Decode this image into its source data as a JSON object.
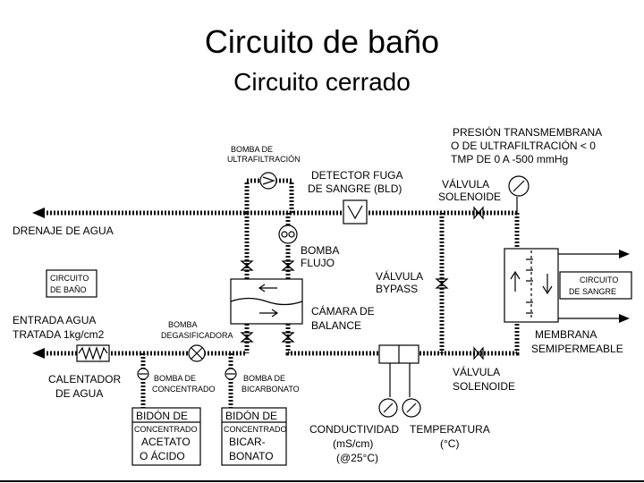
{
  "title": "Circuito de baño",
  "subtitle": "Circuito cerrado",
  "labels": {
    "bomba_uf_1": "BOMBA DE",
    "bomba_uf_2": "ULTRAFILTRACIÓN",
    "detector_1": "DETECTOR FUGA",
    "detector_2": "DE SANGRE (BLD)",
    "presion_1": "PRESIÓN TRANSMEMBRANA",
    "presion_2": "O DE ULTRAFILTRACIÓN < 0",
    "presion_3": "TMP DE 0 A -500 mmHg",
    "valvula_sol_1a": "VÁLVULA",
    "valvula_sol_1b": "SOLENOIDE",
    "drenaje": "DRENAJE DE AGUA",
    "bomba_flujo_1": "BOMBA",
    "bomba_flujo_2": "FLUJO",
    "circuito_bano_1": "CIRCUITO",
    "circuito_bano_2": "DE BAÑO",
    "valvula_bypass_1": "VÁLVULA",
    "valvula_bypass_2": "BYPASS",
    "circuito_sangre_1": "CIRCUITO",
    "circuito_sangre_2": "DE SANGRE",
    "entrada_1": "ENTRADA AGUA",
    "entrada_2": "TRATADA 1kg/cm2",
    "bomba_deg_1": "BOMBA",
    "bomba_deg_2": "DEGASIFICADORA",
    "camara_1": "CÁMARA DE",
    "camara_2": "BALANCE",
    "membrana_1": "MEMBRANA",
    "membrana_2": "SEMIPERMEABLE",
    "calentador_1": "CALENTADOR",
    "calentador_2": "DE AGUA",
    "bomba_conc_1": "BOMBA DE",
    "bomba_conc_2": "CONCENTRADO",
    "bomba_bic_1": "BOMBA DE",
    "bomba_bic_2": "BICARBONATO",
    "valvula_sol_2a": "VÁLVULA",
    "valvula_sol_2b": "SOLENOIDE",
    "bidon1_1": "BIDÓN DE",
    "bidon1_2": "CONCENTRADO",
    "bidon1_3": "ACETATO",
    "bidon1_4": "O ÁCIDO",
    "bidon2_1": "BIDÓN DE",
    "bidon2_2": "CONCENTRADO",
    "bidon2_3": "BICAR-",
    "bidon2_4": "BONATO",
    "conduct_1": "CONDUCTIVIDAD",
    "conduct_2": "(mS/cm)",
    "conduct_3": "(@25°C)",
    "temp_1": "TEMPERATURA",
    "temp_2": "(°C)"
  }
}
